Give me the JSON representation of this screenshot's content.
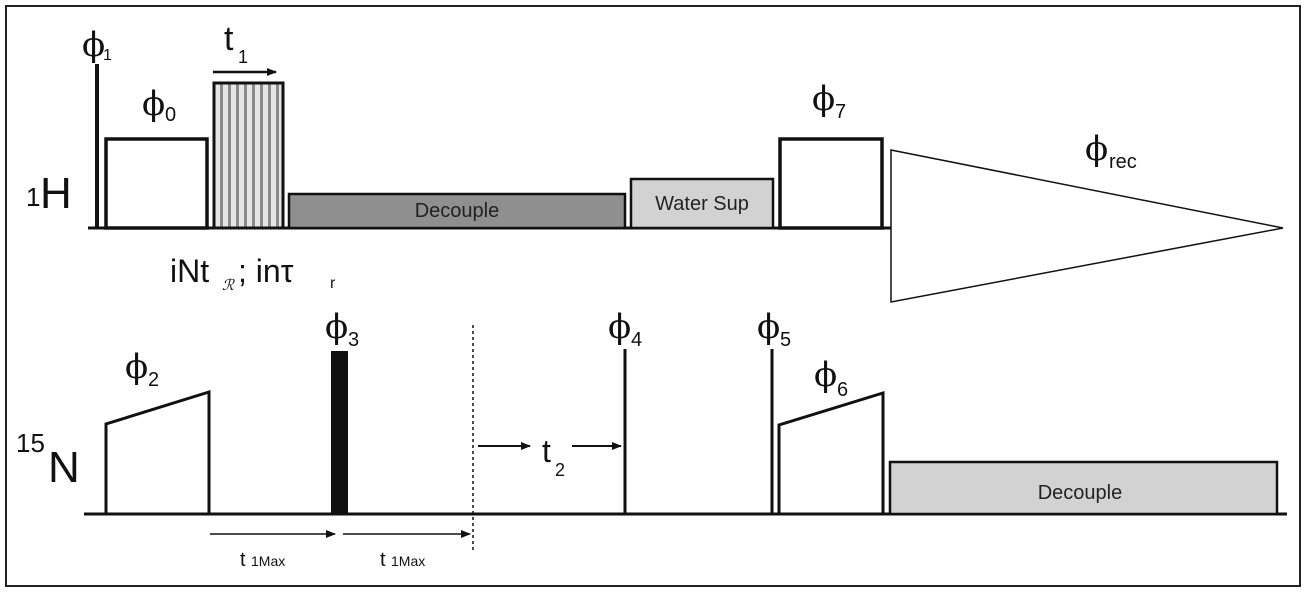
{
  "channels": {
    "h1": {
      "sup": "1",
      "symbol": "H"
    },
    "n15": {
      "sup": "15",
      "symbol": "N"
    }
  },
  "phases": {
    "phi": "ϕ",
    "p0": "0",
    "p1": "1",
    "p2": "2",
    "p3": "3",
    "p4": "4",
    "p5": "5",
    "p6": "6",
    "p7": "7",
    "prec": "rec"
  },
  "labels": {
    "t1_main": "t",
    "t1_sub": "1",
    "t2_main": "t",
    "t2_sub": "2",
    "recoupling_prefix": "iNt",
    "recoupling_script": "ℛ",
    "recoupling_mid": "; inτ",
    "recoupling_sub": "r",
    "decouple_h": "Decouple",
    "water_sup": "Water Sup",
    "decouple_n": "Decouple",
    "t1max_a_main": "t",
    "t1max_a_sub": "1Max",
    "t1max_b_main": "t",
    "t1max_b_sub": "1Max"
  },
  "colors": {
    "decouple_h_fill": "#8f8f8f",
    "water_sup_fill": "#d2d2d2",
    "decouple_n_fill": "#d2d2d2",
    "hatched_fill": "#cfcfcf",
    "ink": "#111111"
  }
}
